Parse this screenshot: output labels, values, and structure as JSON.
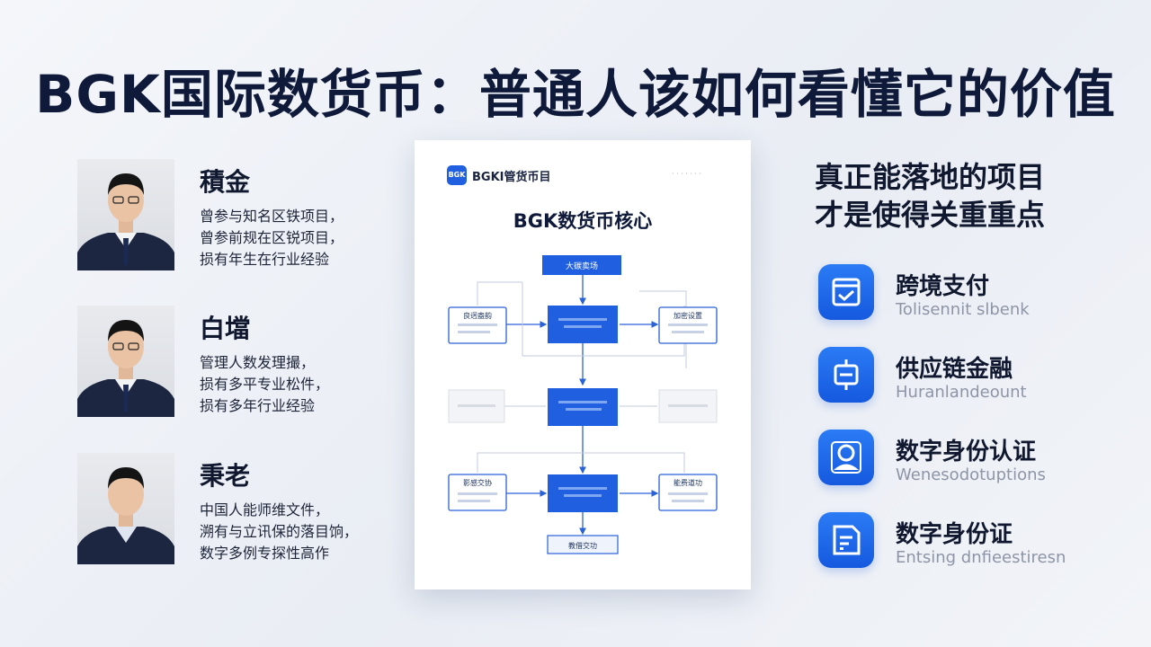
{
  "title": "BGK国际数货币：普通人该如何看懂它的价值",
  "people": [
    {
      "name": "積金",
      "lines": [
        "曾参与知名区铁项目，",
        "曾参前规在区锐项目，",
        "损有年生在行业经验"
      ]
    },
    {
      "name": "白壋",
      "lines": [
        "管理人数发理撮，",
        "损有多平专业松件，",
        "损有多年行业经验"
      ]
    },
    {
      "name": "秉老",
      "lines": [
        "中国人能师维文件，",
        "溯有与立讯保的落目饷，",
        "数字多例专探性高作"
      ]
    }
  ],
  "document": {
    "logo": "BGK",
    "brand": "BGKI管货币目",
    "meta": "· · · · · · ·",
    "title": "BGK数货币核心",
    "flow": {
      "top": "大碳卖场",
      "left1": "良迥盎韵",
      "right1": "加密设置",
      "left3": "影感交协",
      "right3": "能费道功",
      "bottom": "教借交功"
    }
  },
  "right": {
    "title_line1": "真正能落地的项目",
    "title_line2": "才是使得关重重点",
    "features": [
      {
        "name": "跨境支付",
        "sub": "Tolisennit slbenk",
        "icon": "checkbox-icon"
      },
      {
        "name": "供应链金融",
        "sub": "Huranlandeount",
        "icon": "link-icon"
      },
      {
        "name": "数字身份认证",
        "sub": "Wenesodotuptions",
        "icon": "user-icon"
      },
      {
        "name": "数字身份证",
        "sub": "Entsing dnfieestiresn",
        "icon": "document-icon"
      }
    ]
  },
  "colors": {
    "accent": "#1f5fe0",
    "title": "#0f1a3a"
  }
}
